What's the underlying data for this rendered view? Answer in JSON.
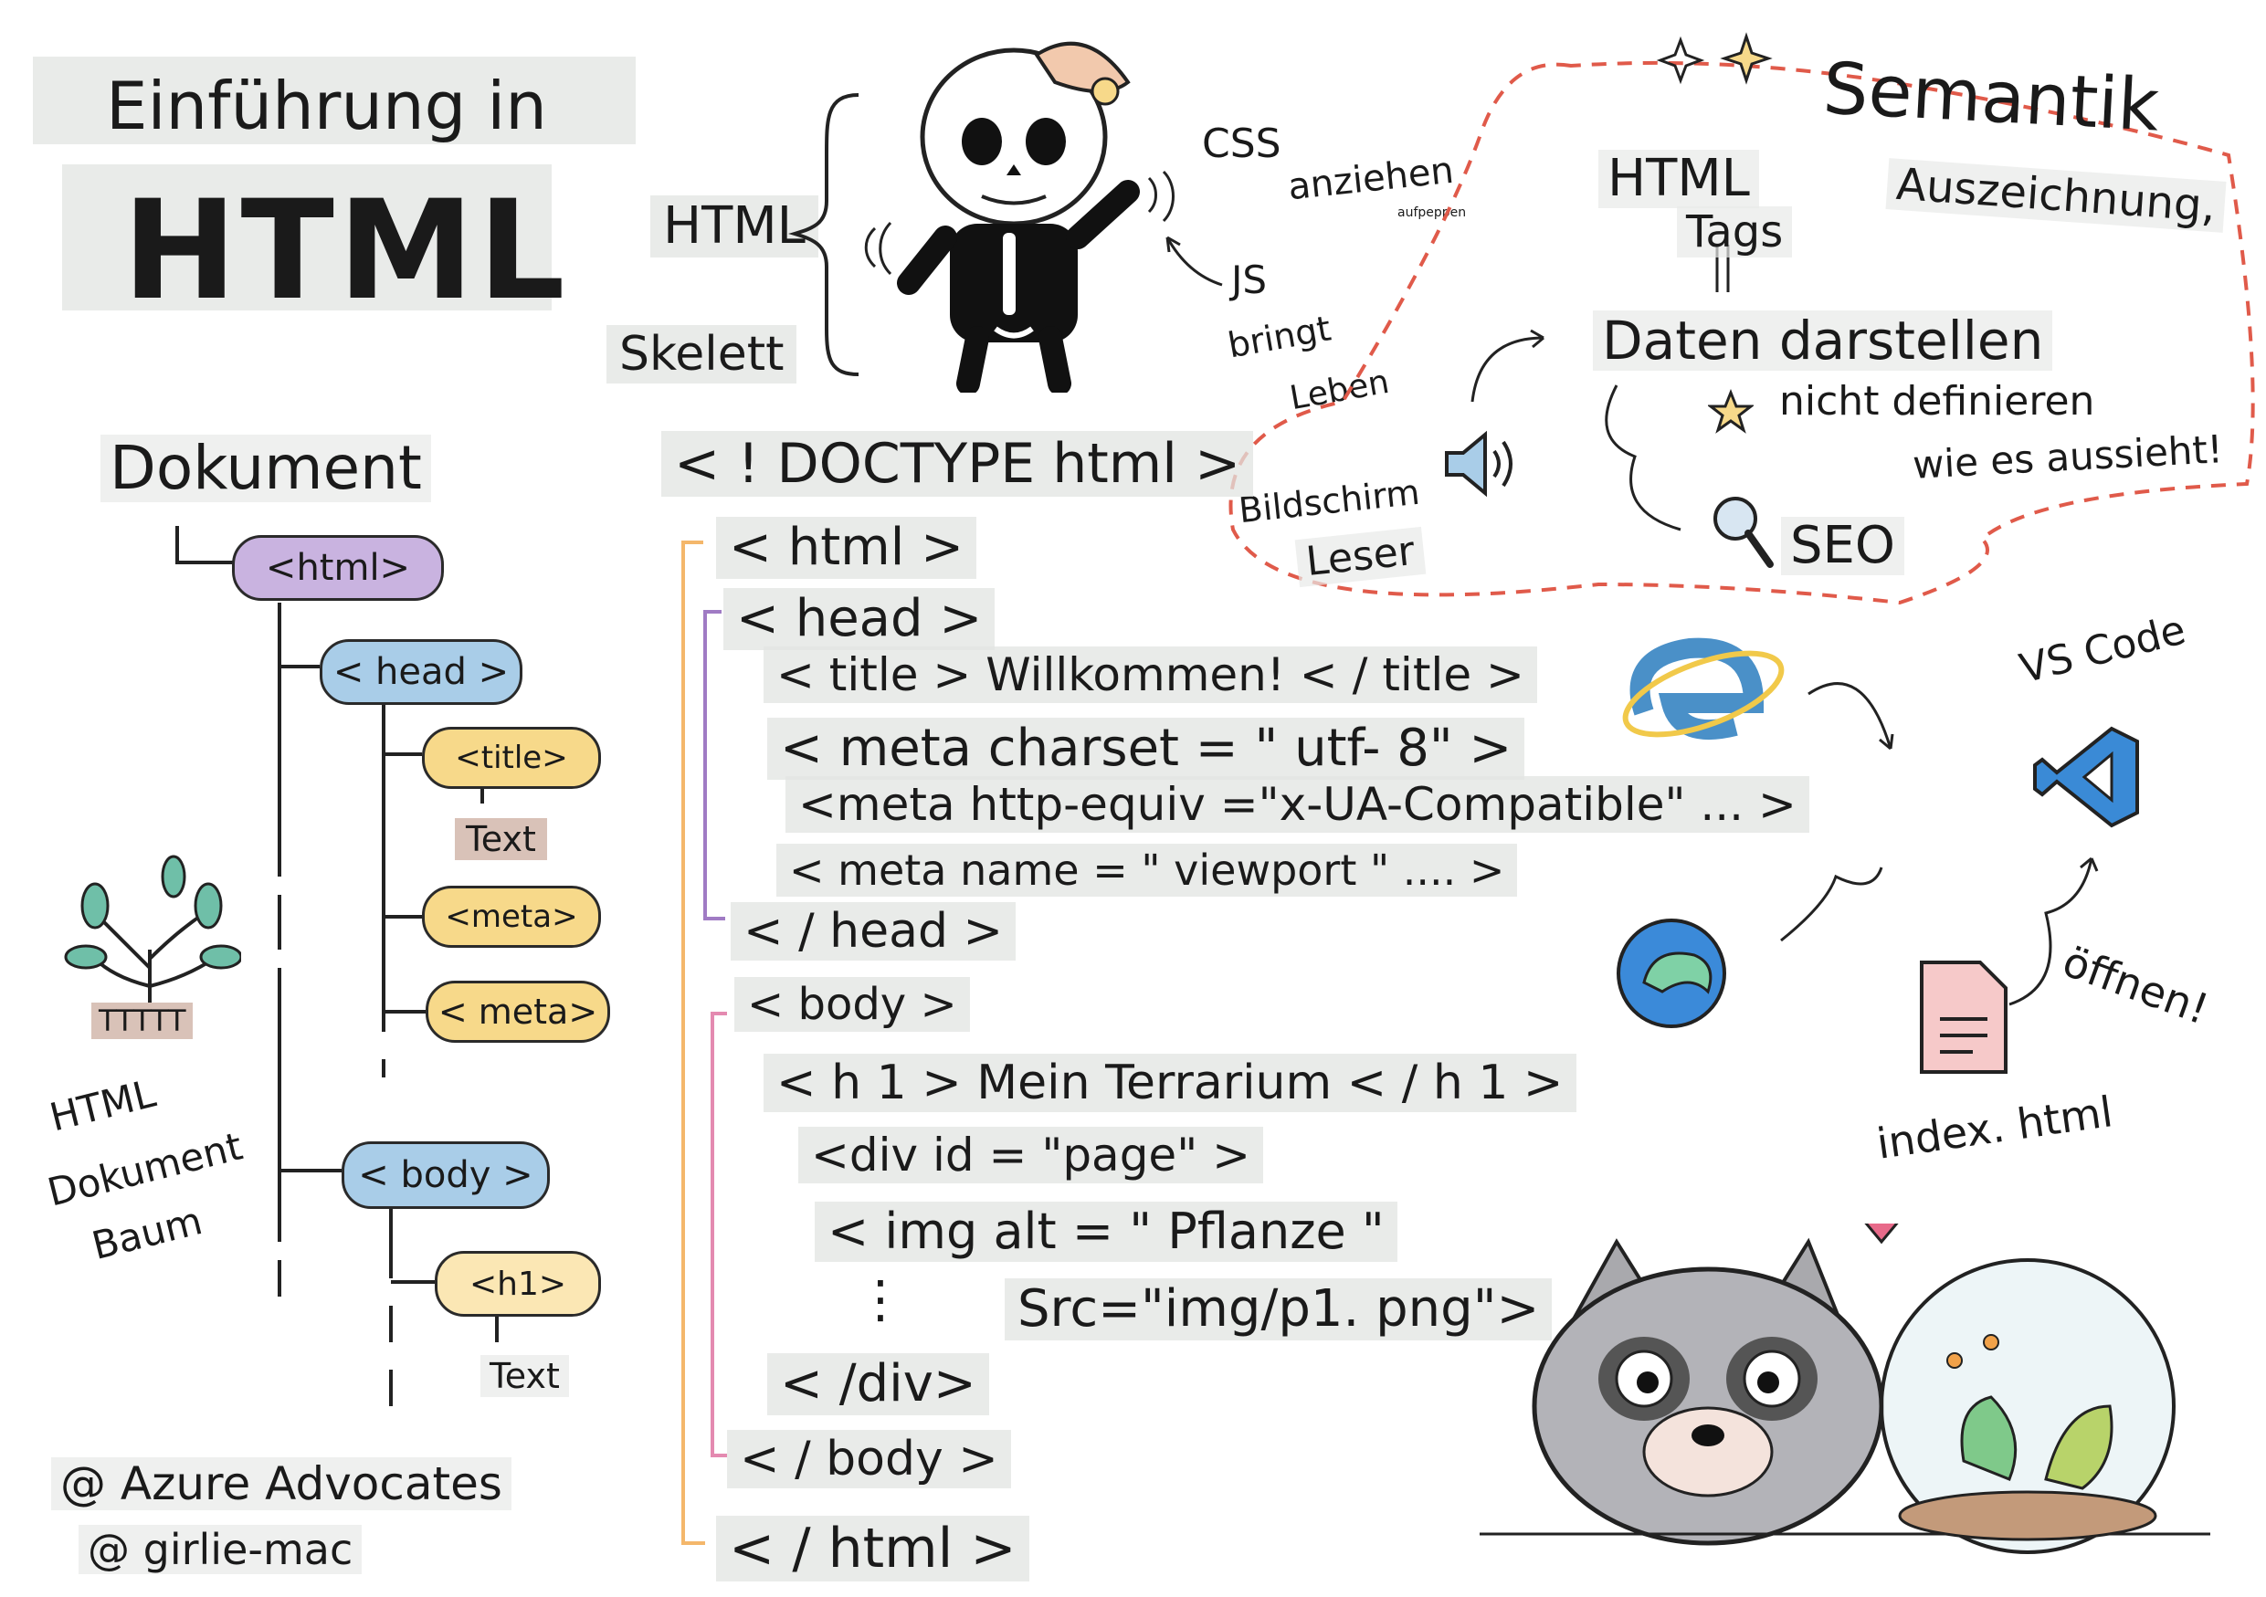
{
  "title": {
    "line1": "Einführung in",
    "line2": "HTML"
  },
  "skeleton": {
    "html": "HTML",
    "skelett": "Skelett",
    "css": "CSS",
    "anziehen": "anziehen",
    "aufpeppen": "aufpeppen",
    "js": "JS",
    "bringt": "bringt",
    "leben": "Leben"
  },
  "semantics": {
    "title": "Semantik",
    "auszeichnung": "Auszeichnung,",
    "html": "HTML",
    "tags": "Tags",
    "daten": "Daten darstellen",
    "nicht_definieren": "nicht definieren",
    "wie_es_aussieht": "wie es aussieht!",
    "bildschirm": "Bildschirm",
    "leser": "Leser",
    "seo": "SEO"
  },
  "tree": {
    "dokument": "Dokument",
    "html": "<html>",
    "head": "< head >",
    "title": "<title>",
    "text1": "Text",
    "meta1": "<meta>",
    "meta2": "< meta>",
    "body": "< body >",
    "h1": "<h1>",
    "text2": "Text",
    "caption": [
      "HTML",
      "Dokument",
      "Baum"
    ],
    "plant_label": "TTTTT"
  },
  "code": {
    "doctype": "< ! DOCTYPE html >",
    "html_open": "< html >",
    "head_open": "< head >",
    "title": "< title > Willkommen! < / title >",
    "meta_charset": "< meta charset = \" utf- 8\" >",
    "meta_http": "<meta http-equiv =\"x-UA-Compatible\" ... >",
    "meta_viewport": "< meta name = \" viewport \" .... >",
    "head_close": "< / head >",
    "body_open": "< body >",
    "h1": "< h 1 > Mein Terrarium < / h 1 >",
    "div_open": "<div id = \"page\" >",
    "img": "< img alt = \" Pflanze \"",
    "src": "Src=\"img/p1. png\">",
    "dots": "⋮",
    "div_close": "< /div>",
    "body_close": "< / body >",
    "html_close": "< / html >"
  },
  "tools": {
    "vscode": "VS Code",
    "oeffnen": "öffnen!",
    "file": "index. html"
  },
  "credits": {
    "line1": "@ Azure Advocates",
    "line2": "@ girlie-mac"
  },
  "colors": {
    "purple": "#c9b3e0",
    "blue": "#a9cde8",
    "yellow": "#f7d98a",
    "red_dash": "#e05a4a",
    "code_bracket_orange": "#f4b76b",
    "code_bracket_purple": "#a07bc4",
    "code_bracket_pink": "#e48ab0"
  },
  "icons": [
    "skeleton-icon",
    "speaker-icon",
    "magnifier-icon",
    "star-icon",
    "ie-browser-icon",
    "edge-browser-icon",
    "vscode-icon",
    "file-icon",
    "plant-icon",
    "raccoon-icon",
    "terrarium-icon",
    "heart-icon"
  ]
}
